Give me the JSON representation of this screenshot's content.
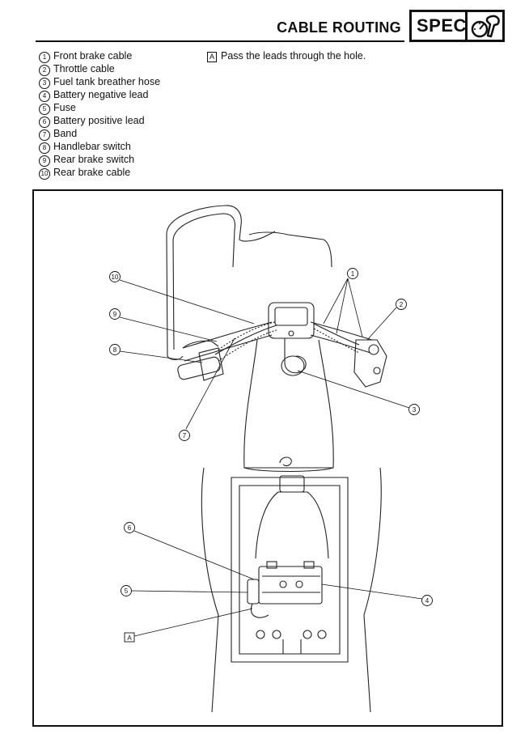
{
  "header": {
    "title": "CABLE ROUTING",
    "badge_label": "SPEC",
    "badge_icon": "wrench-gauge-icon"
  },
  "legend": [
    {
      "num": "1",
      "label": "Front brake cable"
    },
    {
      "num": "2",
      "label": "Throttle cable"
    },
    {
      "num": "3",
      "label": "Fuel tank breather hose"
    },
    {
      "num": "4",
      "label": "Battery negative lead"
    },
    {
      "num": "5",
      "label": "Fuse"
    },
    {
      "num": "6",
      "label": "Battery positive lead"
    },
    {
      "num": "7",
      "label": "Band"
    },
    {
      "num": "8",
      "label": "Handlebar switch"
    },
    {
      "num": "9",
      "label": "Rear brake switch"
    },
    {
      "num": "10",
      "label": "Rear brake cable"
    }
  ],
  "note": {
    "letter": "A",
    "text": "Pass the leads through the hole."
  },
  "diagram_callouts": [
    "10",
    "9",
    "8",
    "7",
    "1",
    "2",
    "3",
    "6",
    "5",
    "A",
    "4"
  ]
}
